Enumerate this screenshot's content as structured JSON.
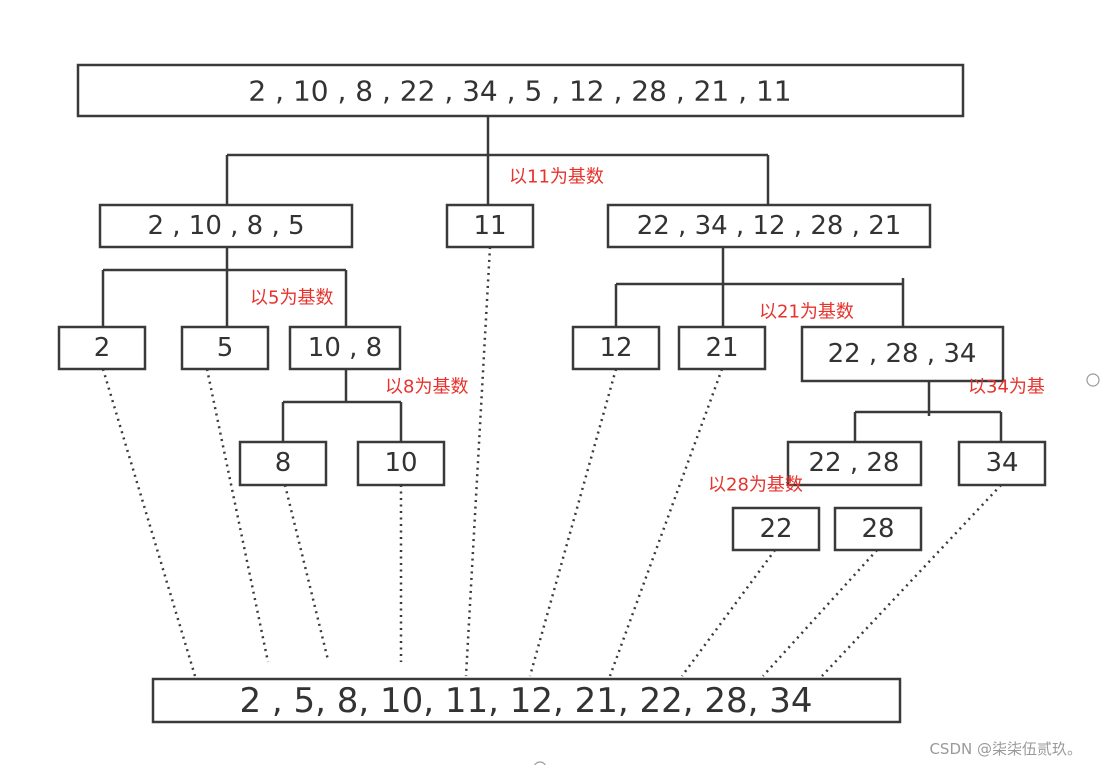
{
  "nodes": {
    "root": "2 , 10 , 8 , 22 , 34 , 5 , 12 , 28 , 21 , 11",
    "left_part": "2 , 10 , 8 , 5",
    "pivot_11": "11",
    "right_part": "22 , 34 , 12 , 28 , 21",
    "leaf_2": "2",
    "pivot_5": "5",
    "sub_10_8": "10 , 8",
    "pivot_8": "8",
    "leaf_10": "10",
    "leaf_12": "12",
    "pivot_21": "21",
    "sub_22_28_34": "22 , 28 , 34",
    "sub_22_28": "22 , 28",
    "pivot_34": "34",
    "leaf_22": "22",
    "pivot_28": "28",
    "result": "2 ,  5,  8,  10,  11,  12,  21,  22,  28,  34"
  },
  "pivot_labels": {
    "p11": "以11为基数",
    "p5": "以5为基数",
    "p21": "以21为基数",
    "p8": "以8为基数",
    "p34": "以34为基",
    "p28": "以28为基数"
  },
  "watermark": "CSDN @柒柒伍贰玖。",
  "colors": {
    "line": "#3a3a3a",
    "pivot_label": "#e8322c",
    "watermark": "#9a9a9a"
  }
}
